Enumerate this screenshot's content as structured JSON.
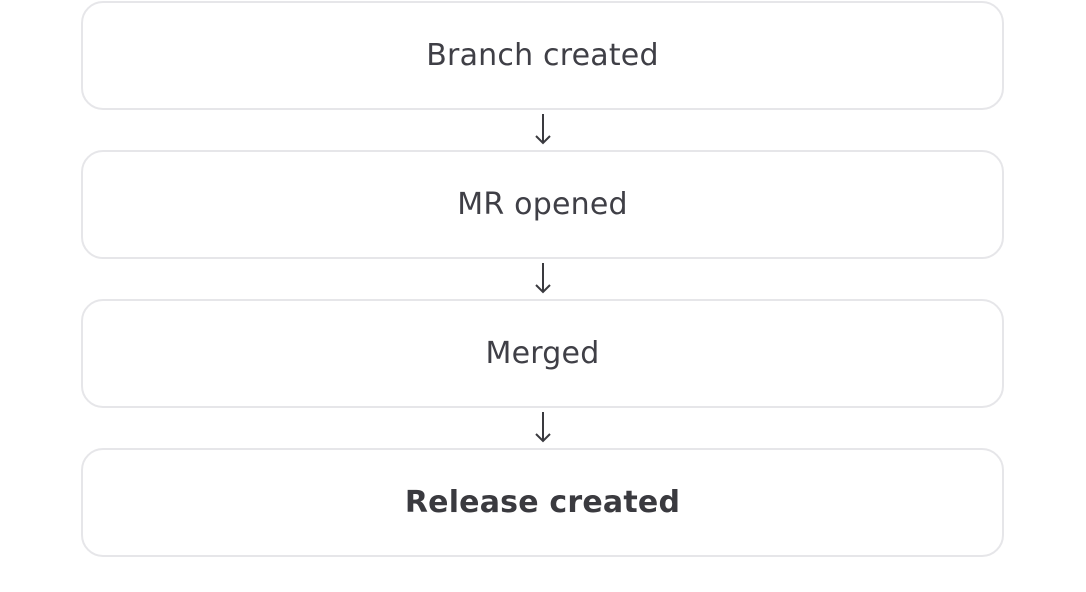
{
  "steps": [
    {
      "label": "Branch created",
      "emphasis": false
    },
    {
      "label": "MR opened",
      "emphasis": false
    },
    {
      "label": "Merged",
      "emphasis": false
    },
    {
      "label": "Release created",
      "emphasis": true
    }
  ],
  "connector_icon": "arrow-down-icon",
  "colors": {
    "border": "#e6e6e9",
    "text": "#3f3f46",
    "arrow": "#3a3a3f"
  }
}
